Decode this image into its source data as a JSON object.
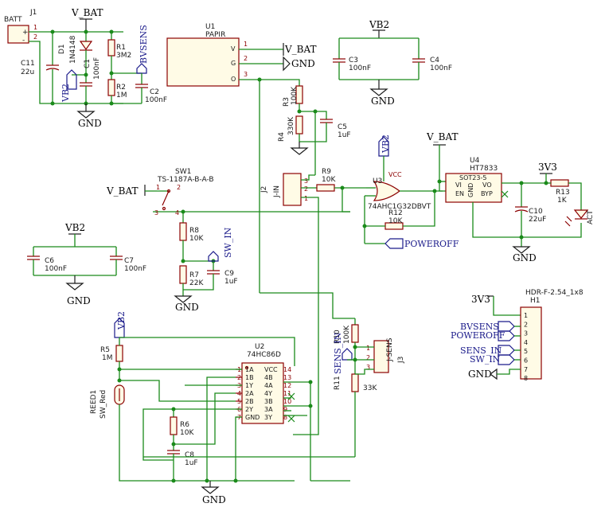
{
  "power": {
    "vbat": "V_BAT",
    "gnd": "GND",
    "vb2": "VB2",
    "v3v3": "3V3"
  },
  "nets": {
    "bvsens": "BVSENS",
    "poweroff": "POWEROFF",
    "sens_in": "SENS_IN",
    "sw_in": "SW_IN"
  },
  "parts": {
    "j1": {
      "ref": "J1",
      "value": "BATT",
      "pin_plus": "+",
      "pin_minus": "-",
      "pin1": "1",
      "pin2": "2"
    },
    "c11": {
      "ref": "C11",
      "value": "22u"
    },
    "d1": {
      "ref": "D1",
      "value": "1N4148"
    },
    "c1": {
      "ref": "C1",
      "value": "100nF"
    },
    "r1": {
      "ref": "R1",
      "value": "3M2"
    },
    "r2": {
      "ref": "R2",
      "value": "1M"
    },
    "c2": {
      "ref": "C2",
      "value": "100nF"
    },
    "u1": {
      "ref": "U1",
      "value": "PAPIR",
      "pin_v": "V",
      "pin_g": "G",
      "pin_o": "O",
      "n1": "1",
      "n2": "2",
      "n3": "3"
    },
    "c3": {
      "ref": "C3",
      "value": "100nF"
    },
    "c4": {
      "ref": "C4",
      "value": "100nF"
    },
    "r3": {
      "ref": "R3",
      "value": "100K"
    },
    "r4": {
      "ref": "R4",
      "value": "330K"
    },
    "c5": {
      "ref": "C5",
      "value": "1uF"
    },
    "sw1": {
      "ref": "SW1",
      "value": "TS-1187A-B-A-B",
      "n1": "1",
      "n2": "2",
      "n3": "3",
      "n4": "4"
    },
    "j2": {
      "ref": "J2",
      "value": "J-IN",
      "n1": "1",
      "n2": "2",
      "n3": "3"
    },
    "r9": {
      "ref": "R9",
      "value": "10K"
    },
    "u3": {
      "ref": "U3",
      "value": "74AHC1G32DBVT",
      "vcc": "VCC"
    },
    "r12": {
      "ref": "R12",
      "value": "10K"
    },
    "u4": {
      "ref": "U4",
      "value": "HT7833",
      "pkg": "SOT23-5",
      "vi": "VI",
      "en": "EN",
      "gnd": "GND",
      "vo": "VO",
      "byp": "BYP"
    },
    "c10": {
      "ref": "C10",
      "value": "22uF"
    },
    "r13": {
      "ref": "R13",
      "value": "1K"
    },
    "act": {
      "value": "ACT"
    },
    "c6": {
      "ref": "C6",
      "value": "100nF"
    },
    "c7": {
      "ref": "C7",
      "value": "100nF"
    },
    "r8": {
      "ref": "R8",
      "value": "10K"
    },
    "r7": {
      "ref": "R7",
      "value": "22K"
    },
    "c9": {
      "ref": "C9",
      "value": "1uF"
    },
    "r5": {
      "ref": "R5",
      "value": "1M"
    },
    "reed1": {
      "ref": "REED1",
      "value": "SW_Red"
    },
    "u2": {
      "ref": "U2",
      "value": "74HC86D",
      "lpins": [
        "1A",
        "1B",
        "1Y",
        "2A",
        "2B",
        "2Y",
        "GND"
      ],
      "rpins": [
        "VCC",
        "4B",
        "4A",
        "4Y",
        "3B",
        "3A",
        "3Y"
      ],
      "lnums": [
        "1",
        "2",
        "3",
        "4",
        "5",
        "6",
        "7"
      ],
      "rnums": [
        "14",
        "13",
        "12",
        "11",
        "10",
        "9",
        "8"
      ]
    },
    "r6": {
      "ref": "R6",
      "value": "10K"
    },
    "c8": {
      "ref": "C8",
      "value": "1uF"
    },
    "r10": {
      "ref": "R10",
      "value": "100K"
    },
    "r11": {
      "ref": "R11",
      "value": "33K"
    },
    "j3": {
      "ref": "J3",
      "value": "J-SENS",
      "n1": "1",
      "n2": "2",
      "n3": "3"
    },
    "h1": {
      "ref": "H1",
      "value": "HDR-F-2.54_1x8",
      "nums": [
        "1",
        "2",
        "3",
        "4",
        "5",
        "6",
        "7",
        "8"
      ]
    }
  }
}
